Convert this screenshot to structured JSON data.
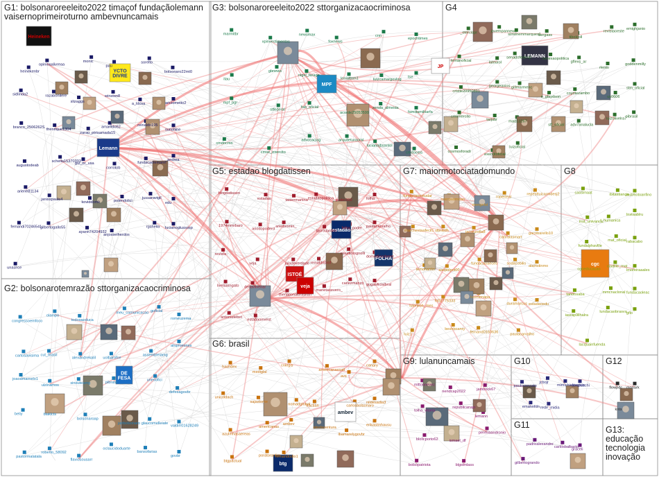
{
  "groups": [
    {
      "id": "G1",
      "title_lines": [
        "G1: bolsonaroreeleito2022 timaçof fundaçãolemann",
        "vaisernoprimeiroturno ambevnuncamais"
      ],
      "color": "#1a1a66"
    },
    {
      "id": "G2",
      "title_lines": [
        "G2: bolsonarotemrazão sttorganizacaocriminosa"
      ],
      "color": "#1e7fb8"
    },
    {
      "id": "G3",
      "title_lines": [
        "G3: bolsonaroreeleito2022 sttorganizacaocriminosa"
      ],
      "color": "#1b7a4a"
    },
    {
      "id": "G4",
      "title_lines": [
        "G4"
      ],
      "color": "#2c6e2c"
    },
    {
      "id": "G5",
      "title_lines": [
        "G5: estadao blogdatissen"
      ],
      "color": "#a01c2c"
    },
    {
      "id": "G6",
      "title_lines": [
        "G6: brasil"
      ],
      "color": "#c9730e"
    },
    {
      "id": "G7",
      "title_lines": [
        "G7: maiormotociatadomundo"
      ],
      "color": "#c98a1a"
    },
    {
      "id": "G8",
      "title_lines": [
        "G8"
      ],
      "color": "#7aa10f"
    },
    {
      "id": "G9",
      "title_lines": [
        "G9: lulanuncamais"
      ],
      "color": "#8a1a6e"
    },
    {
      "id": "G10",
      "title_lines": [
        "G10"
      ],
      "color": "#2a2a7a"
    },
    {
      "id": "G11",
      "title_lines": [
        "G11"
      ],
      "color": "#6a1a7a"
    },
    {
      "id": "G12",
      "title_lines": [
        "G12"
      ],
      "color": "#2a2a2a"
    },
    {
      "id": "G13",
      "title_lines": [
        "G13:",
        "educação",
        "tecnologia",
        "inovação"
      ],
      "color": "#2a2a2a"
    }
  ],
  "labels": {
    "G1": [
      "heinekenbr",
      "opiniosalivreaa",
      "monic",
      "pau",
      "sorelto",
      "bolsonaro22mt0",
      "sidlinda2",
      "razabonilere",
      "slizaggs",
      "winston8",
      "a_ldcsa",
      "ariciometto2",
      "branco_2506262S",
      "thenrique1304",
      "zarau_ptrisamada15",
      "amarildo62",
      "reinaldo195",
      "sunshine",
      "augustodeab",
      "scheila15370333",
      "gul_br_usa",
      "corrotob",
      "fundacaolemann",
      "_andrea",
      "ariene81134",
      "janisspaule4",
      "koviddomk",
      "potendolici",
      "jussaravigil",
      "edu",
      "femandi70246541",
      "gilbertogallo55",
      "ayann74204932",
      "anjosselherdos",
      "rgsheila",
      "lucianoglussosp",
      "unasnce"
    ],
    "G2": [
      "congressoemfoco",
      "olampo",
      "todosaeduca",
      "meu_comunicacao",
      "goficial",
      "romeuzema",
      "cartosavisima",
      "cut_brasil",
      "alexandrekalil",
      "uolbarofce",
      "assembleiamg",
      "alnpromines",
      "joaoamarnelo1",
      "ulzinamos",
      "sinduteamg",
      "pibrasil",
      "unesofici",
      "defesagovbr",
      "beliy",
      "blaklcts",
      "bolsonaroap",
      "jairbolsonaro",
      "glaucomelleiale",
      "valdirr01628249",
      "pastormalatala",
      "roberto_58092",
      "flaviosousarr",
      "oclaucidoduarte",
      "bansofarias",
      "govbr"
    ],
    "G3": [
      "marmitbr",
      "xpinvestimentos",
      "newsmax",
      "foxnews",
      "cnn",
      "epochtimes",
      "itau",
      "gbnews",
      "nigel_farage",
      "lonlattom1",
      "lutzcamargovlog",
      "tse",
      "mpf_pgr",
      "stfederal",
      "fab_oficial",
      "acorde25053599",
      "zenda_almeida",
      "familiamilitarfa",
      "cmdocmn",
      "cmse_exercito",
      "advocaciag",
      "arquiteturaoral",
      "lucianojbsantol",
      "cmdocms"
    ],
    "G4": [
      "_oterclapr",
      "jovempannews",
      "simonemmarques1",
      "bergass",
      "tibolcoll",
      "revistaoeste",
      "emighjanio",
      "lemanoficial",
      "lateurol",
      "senadofederal",
      "conexaopolitica",
      "gflexs_ar",
      "rlento",
      "goddenmilly",
      "cristie20950891",
      "georgeaxios",
      "gillmarmenc",
      "e_glaydson",
      "coyotezambo",
      "us0606",
      "stm_oficial",
      "cmlexercito",
      "tarjubr",
      "mad13267",
      "stf_oficial",
      "adv7analucla",
      "luizolivelra7",
      "pibrasil",
      "cosmosforadi",
      "exercitoficial",
      "luizoficial"
    ],
    "G5": [
      "blogdatissen",
      "estadao",
      "tasiermartina",
      "estadaopolitica",
      "poder360",
      "folha",
      "1974mmrbaro",
      "ariodopoderd",
      "ariedsomin_",
      "lauroJardim",
      "folha_poder",
      "paulacarvalho",
      "revista",
      "veja",
      "jaladeverdade",
      "reinaldoprof",
      "claudiotognolli",
      "domodiocsherer",
      "livelsarngato",
      "dellavllveirar",
      "thenationalbrasilan",
      "marietasevero_",
      "carlezmanzo",
      "gugaoficialbral",
      "antonietebet",
      "estadaoinvest"
    ],
    "G6": [
      "hashdex",
      "mediglal",
      "cnlegis",
      "americanassatl",
      "avs",
      "canary",
      "unicoldach",
      "sajastome",
      "nomadglobal",
      "tractian",
      "carlosbolsonaro",
      "nildesadia3",
      "azulinhasaereas",
      "americanas",
      "ambev",
      "alexlaventura",
      "lbamarelygovbr",
      "erikastinhausu",
      "btgpactual",
      "poratoranlim",
      "fernandodio1"
    ],
    "G7": [
      "fundacaoestudar",
      "rsarrpsomdan",
      "mongelol",
      "roperleal",
      "repesttuicarmdesj2",
      "marchestaafecil1",
      "ulbraldh",
      "jacoturella8",
      "cabralasmart",
      "gacobarello10",
      "lemonanlin",
      "sacpolpot00",
      "fundacaoaeces",
      "sodacobilis",
      "alainstinmo",
      "lulonlioh_mes",
      "fo02775333",
      "lucinlenapa",
      "duramarcus",
      "estadaoedu",
      "luiz1",
      "beshboanry",
      "fernand0160636",
      "paulacarvalho"
    ],
    "G8": [
      "cassimaat",
      "ibitastianga",
      "instmotoanfino",
      "inst_univanco",
      "t_humanica",
      "lnstaablru",
      "fundalphavllle",
      "mat_oficial",
      "rabacabo",
      "cgoeducacao",
      "cladlile_mat",
      "lmoreiraaales",
      "tanoosaba",
      "mmcnaclonal",
      "fundacaoleac",
      "iasrap9llhalra",
      "lundacaobrasva",
      "gflo",
      "lacquainfuenda"
    ],
    "G9": [
      "mlttonnevez",
      "nendcap2022",
      "jambock67",
      "tolha_vltoria",
      "republicanajo",
      "lemann",
      "blollcporto62",
      "ismael_df",
      "pereiraandronio",
      "bolsopatriota",
      "blgstmlass"
    ],
    "G10": [
      "paulovencato",
      "jcbojr",
      "mimichielvegato",
      "abeduachi",
      "emannfdn",
      "rede_midia"
    ],
    "G11": [
      "padrealexandre",
      "carlosbalbarto",
      "graceli",
      "gilbertogrando"
    ],
    "G12": [
      "flowpdc",
      "monark",
      "knts"
    ]
  },
  "images": {
    "heineken": "Heineken",
    "lemann": "Lemann",
    "jovempan": "JP",
    "lemann_g4": "LEMANN",
    "mpf": "MPF",
    "istoe": "ISTOÉ",
    "veja": "veja",
    "folha": "FOLHA",
    "estadao": "estadão",
    "cgc": "cgc",
    "btg": "btg",
    "ambev": "ambev",
    "defesa": "DE\nFESA",
    "ipsum": "YCTO\nDIVRE"
  }
}
